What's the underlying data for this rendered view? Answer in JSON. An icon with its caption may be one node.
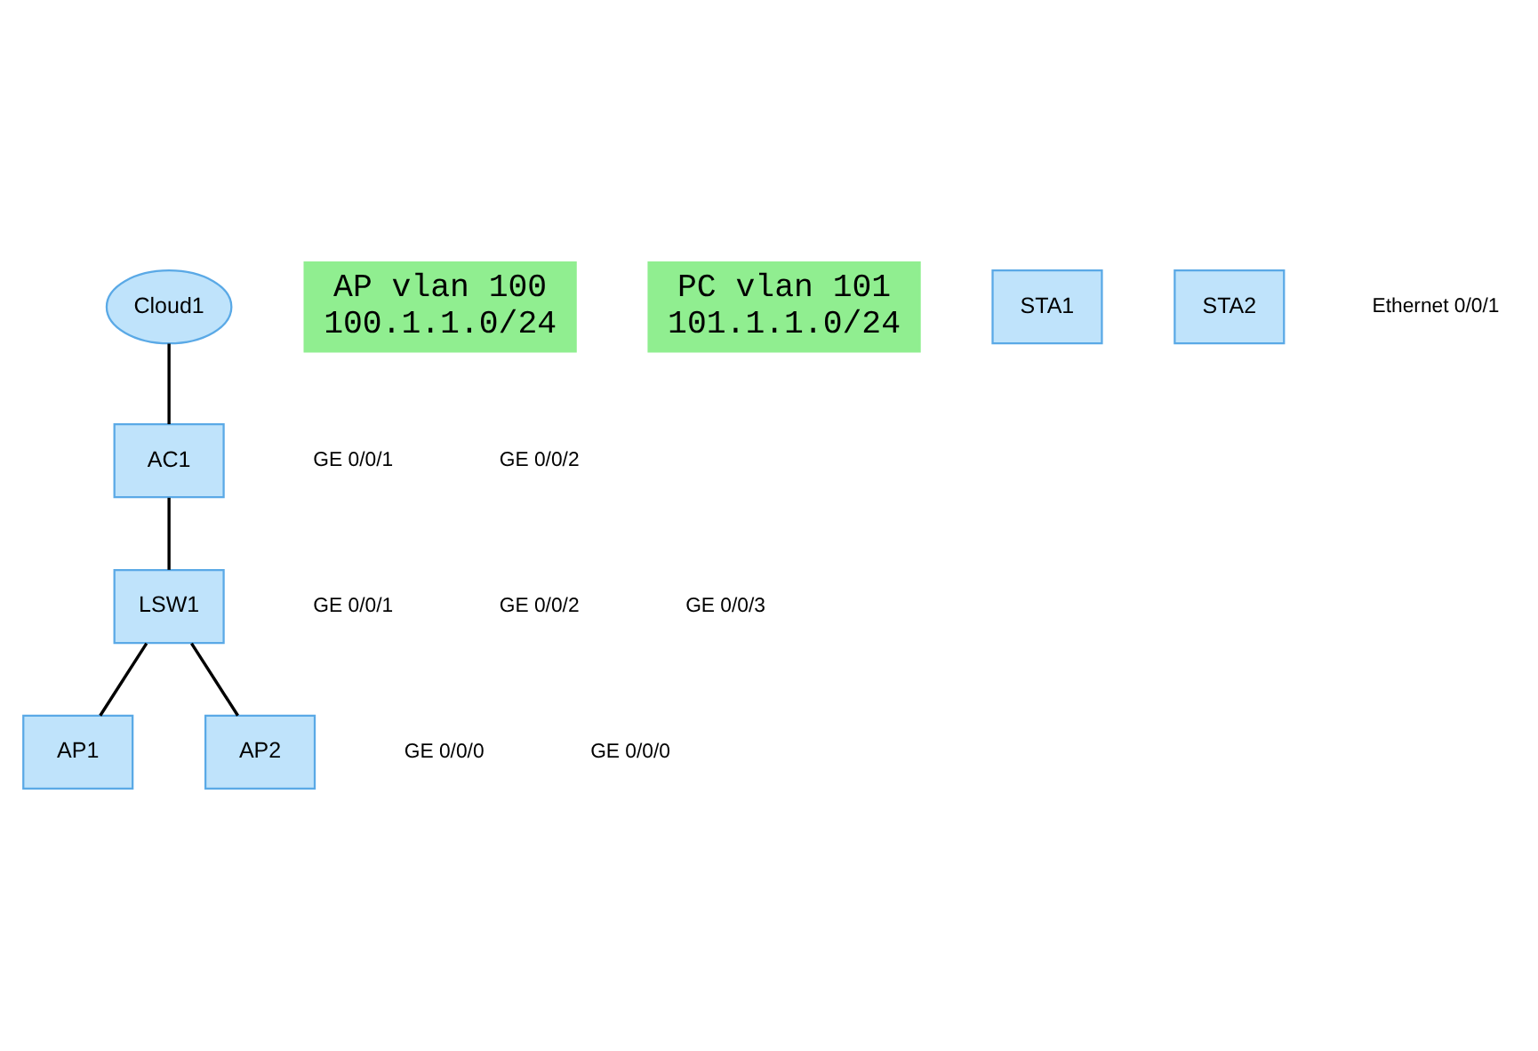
{
  "diagram": {
    "nodes": [
      {
        "text": [
          "Cloud1"
        ]
      },
      {
        "text": [
          "AP vlan 100",
          "100.1.1.0/24"
        ]
      },
      {
        "text": [
          "AC1"
        ]
      },
      {
        "text": [
          "LSW1"
        ]
      },
      {
        "text": [
          "PC vlan 101",
          "101.1.1.0/24"
        ]
      },
      {
        "text": [
          "AP1"
        ]
      },
      {
        "text": [
          "AP2"
        ]
      },
      {
        "text": [
          "STA1"
        ]
      },
      {
        "text": [
          "STA2"
        ]
      }
    ],
    "edges": [
      {
        "from": 0,
        "to": 2,
        "arrow": "none"
      },
      {
        "from": 2,
        "to": 3,
        "arrow": "none"
      },
      {
        "from": 3,
        "to": 5,
        "arrow": "none"
      },
      {
        "from": 3,
        "to": 6,
        "arrow": "none"
      }
    ],
    "labels": [
      "Ethernet 0/0/1",
      "GE 0/0/1",
      "GE 0/0/2",
      "GE 0/0/1",
      "GE 0/0/2",
      "GE 0/0/3",
      "GE 0/0/0",
      "GE 0/0/0"
    ]
  }
}
